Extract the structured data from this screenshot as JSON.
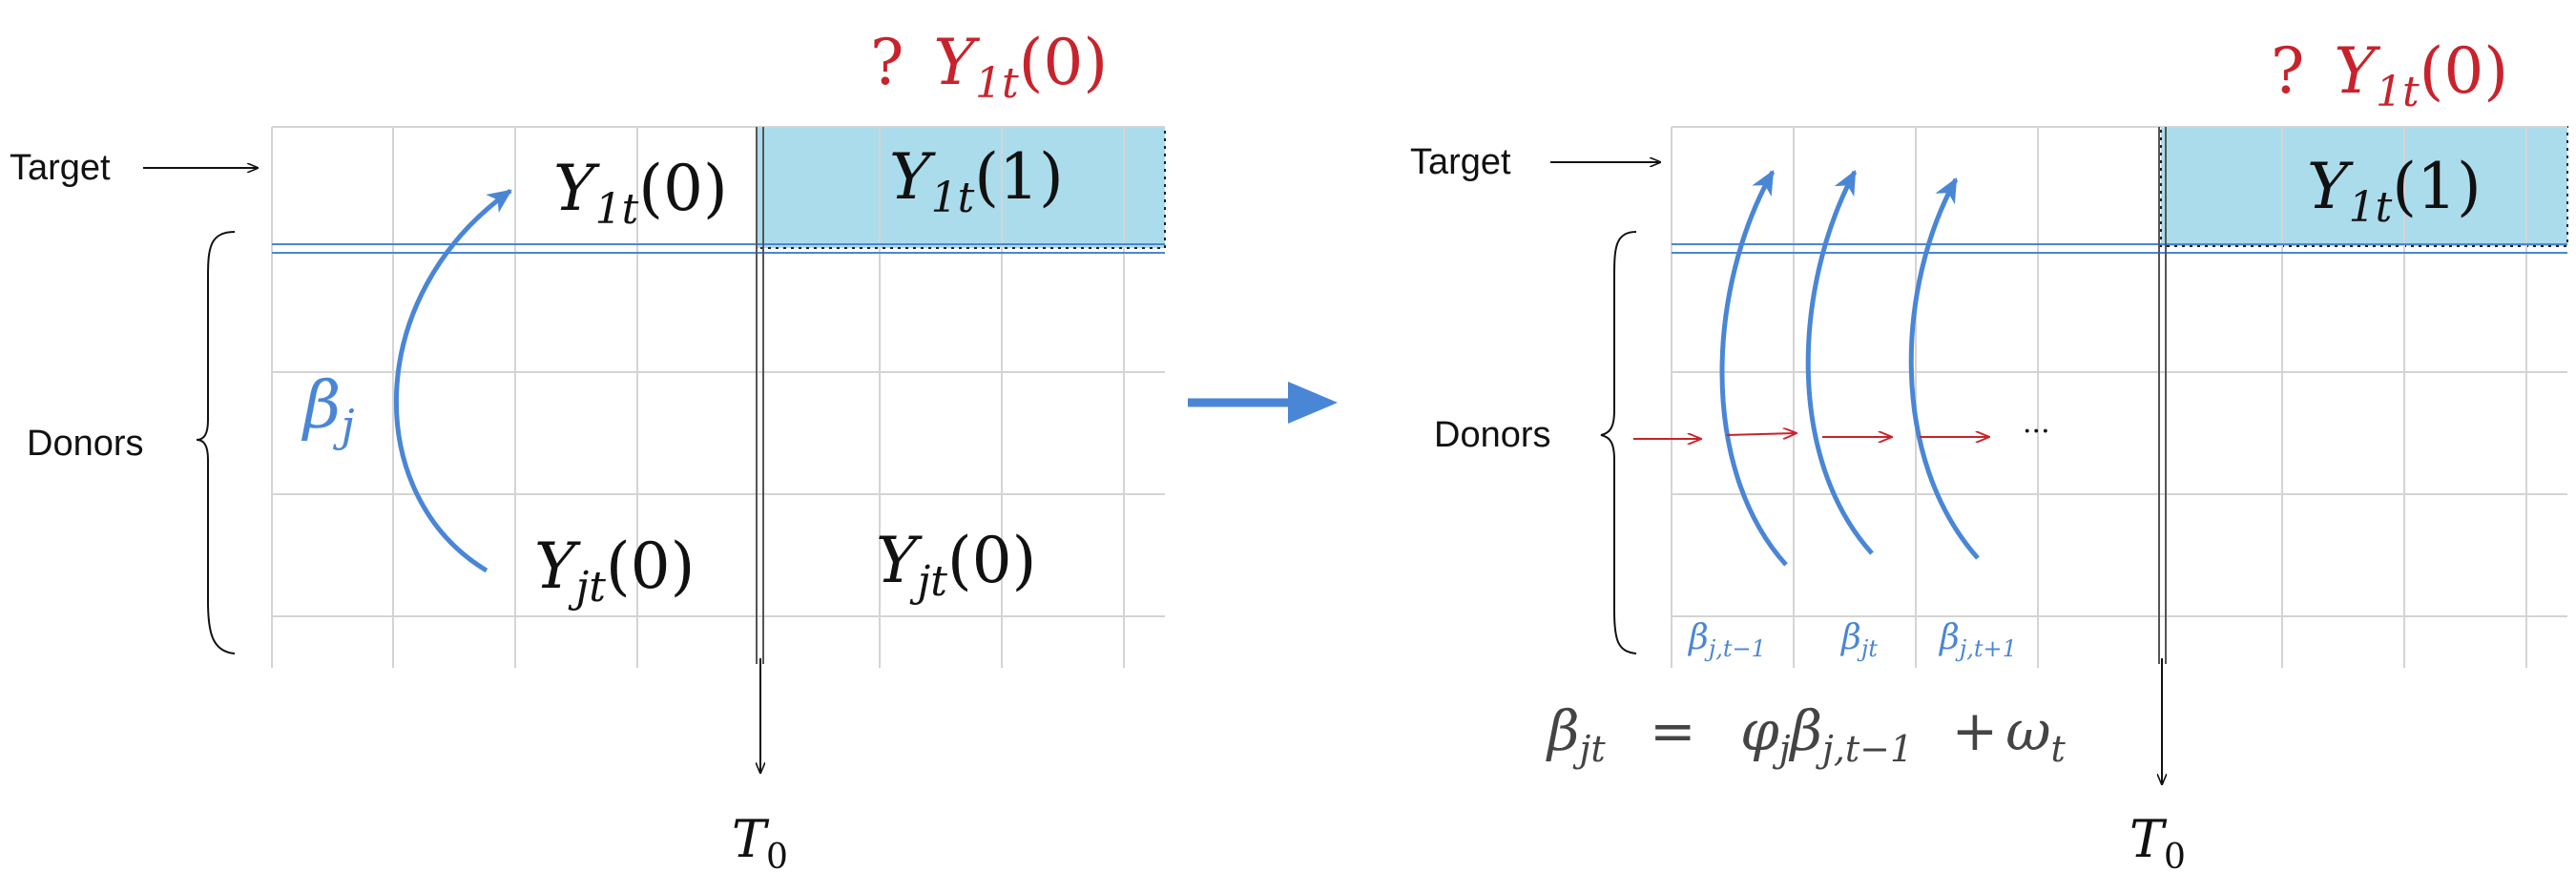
{
  "colors": {
    "grid": "#d4d4d4",
    "highlight_fill": "#abdcec",
    "blue": "#4a86d6",
    "red": "#c8232c",
    "ink": "#111111"
  },
  "left_panel": {
    "row_labels": {
      "target": "Target",
      "donors": "Donors"
    },
    "unknown_label": {
      "q": "?",
      "Y": "Y",
      "sub": "1t",
      "arg": "(0)"
    },
    "cell_target_pre": {
      "Y": "Y",
      "sub": "1t",
      "arg": "(0)"
    },
    "cell_target_post": {
      "Y": "Y",
      "sub": "1t",
      "arg": "(1)"
    },
    "cell_donor_pre": {
      "Y": "Y",
      "sub": "jt",
      "arg": "(0)"
    },
    "cell_donor_post": {
      "Y": "Y",
      "sub": "jt",
      "arg": "(0)"
    },
    "weight_label": {
      "sym": "β",
      "sub": "j"
    },
    "time_label": {
      "sym": "T",
      "sub": "0"
    }
  },
  "right_panel": {
    "row_labels": {
      "target": "Target",
      "donors": "Donors"
    },
    "unknown_label": {
      "q": "?",
      "Y": "Y",
      "sub": "1t",
      "arg": "(0)"
    },
    "cell_target_post": {
      "Y": "Y",
      "sub": "1t",
      "arg": "(1)"
    },
    "beta_labels": [
      {
        "sym": "β",
        "sub": "j,t−1"
      },
      {
        "sym": "β",
        "sub": "jt"
      },
      {
        "sym": "β",
        "sub": "j,t+1"
      }
    ],
    "ellipsis": "···",
    "equation": {
      "lhs_sym": "β",
      "lhs_sub": "jt",
      "eq": "=",
      "phi_sym": "φ",
      "phi_sub": "j",
      "beta_sym": "β",
      "beta_sub": "j,t−1",
      "plus": "+",
      "omega_sym": "ω",
      "omega_sub": "t"
    },
    "time_label": {
      "sym": "T",
      "sub": "0"
    }
  }
}
